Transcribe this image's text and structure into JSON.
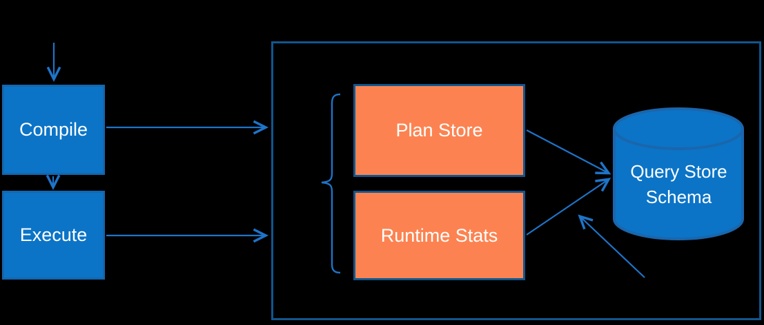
{
  "diagram": {
    "title_implied": "Query Store data flow",
    "background_color": "#000000",
    "colors": {
      "blue_fill": "#0b74c7",
      "blue_box_border": "#1467ae",
      "orange_fill": "#fc8351",
      "dark_border": "#11568e",
      "arrow_blue": "#1e74c9",
      "text_white": "#ffffff"
    },
    "nodes": {
      "compile": {
        "label": "Compile"
      },
      "execute": {
        "label": "Execute"
      },
      "plan_store": {
        "label": "Plan Store"
      },
      "runtime_stats": {
        "label": "Runtime Stats"
      },
      "query_store_schema": {
        "label_line1": "Query Store",
        "label_line2": "Schema"
      }
    },
    "icons": [
      {
        "name": "database-cylinder-icon",
        "represents": "Query Store Schema database"
      },
      {
        "name": "grouping-brace",
        "represents": "brace grouping Plan Store and Runtime Stats"
      }
    ],
    "connections": [
      {
        "from": "external-top",
        "to": "compile",
        "type": "arrow"
      },
      {
        "from": "compile",
        "to": "execute",
        "type": "arrow"
      },
      {
        "from": "compile",
        "to": "container-box",
        "type": "arrow"
      },
      {
        "from": "execute",
        "to": "container-box",
        "type": "arrow"
      },
      {
        "from": "plan_store",
        "to": "query_store_schema",
        "type": "arrow"
      },
      {
        "from": "runtime_stats",
        "to": "query_store_schema",
        "type": "arrow"
      },
      {
        "from": "external-bottom-right",
        "to": "query_store_schema",
        "type": "arrow"
      }
    ]
  }
}
